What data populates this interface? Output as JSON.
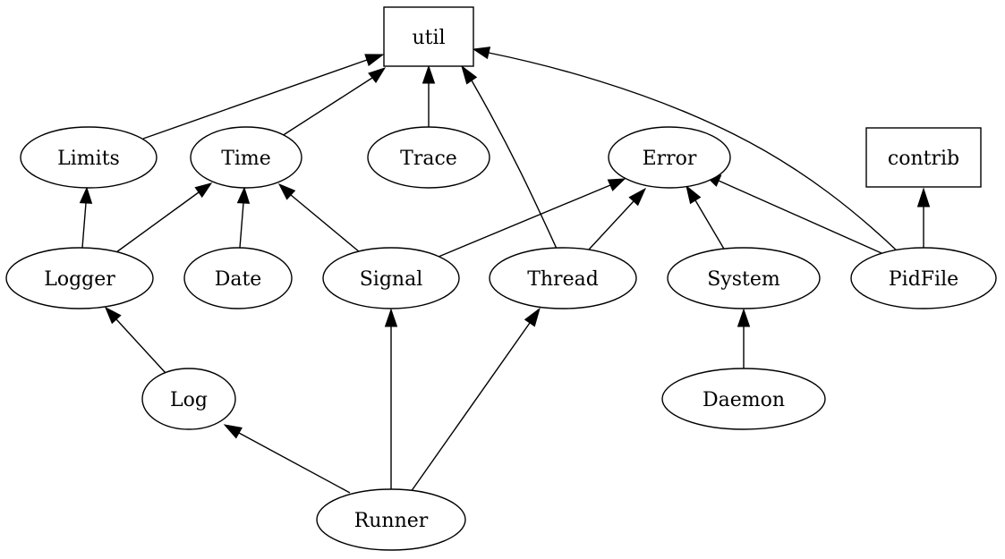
{
  "nodes": {
    "util": {
      "label": "util",
      "shape": "box"
    },
    "contrib": {
      "label": "contrib",
      "shape": "box"
    },
    "Limits": {
      "label": "Limits",
      "shape": "ellipse"
    },
    "Time": {
      "label": "Time",
      "shape": "ellipse"
    },
    "Trace": {
      "label": "Trace",
      "shape": "ellipse"
    },
    "Error": {
      "label": "Error",
      "shape": "ellipse"
    },
    "Logger": {
      "label": "Logger",
      "shape": "ellipse"
    },
    "Date": {
      "label": "Date",
      "shape": "ellipse"
    },
    "Signal": {
      "label": "Signal",
      "shape": "ellipse"
    },
    "Thread": {
      "label": "Thread",
      "shape": "ellipse"
    },
    "System": {
      "label": "System",
      "shape": "ellipse"
    },
    "PidFile": {
      "label": "PidFile",
      "shape": "ellipse"
    },
    "Log": {
      "label": "Log",
      "shape": "ellipse"
    },
    "Daemon": {
      "label": "Daemon",
      "shape": "ellipse"
    },
    "Runner": {
      "label": "Runner",
      "shape": "ellipse"
    }
  },
  "edges": [
    {
      "from": "Limits",
      "to": "util"
    },
    {
      "from": "Time",
      "to": "util"
    },
    {
      "from": "Trace",
      "to": "util"
    },
    {
      "from": "Thread",
      "to": "util"
    },
    {
      "from": "PidFile",
      "to": "util"
    },
    {
      "from": "PidFile",
      "to": "contrib"
    },
    {
      "from": "Logger",
      "to": "Limits"
    },
    {
      "from": "Logger",
      "to": "Time"
    },
    {
      "from": "Date",
      "to": "Time"
    },
    {
      "from": "Signal",
      "to": "Time"
    },
    {
      "from": "Signal",
      "to": "Error"
    },
    {
      "from": "Thread",
      "to": "Error"
    },
    {
      "from": "System",
      "to": "Error"
    },
    {
      "from": "PidFile",
      "to": "Error"
    },
    {
      "from": "Daemon",
      "to": "System"
    },
    {
      "from": "Log",
      "to": "Logger"
    },
    {
      "from": "Runner",
      "to": "Log"
    },
    {
      "from": "Runner",
      "to": "Signal"
    },
    {
      "from": "Runner",
      "to": "Thread"
    }
  ]
}
